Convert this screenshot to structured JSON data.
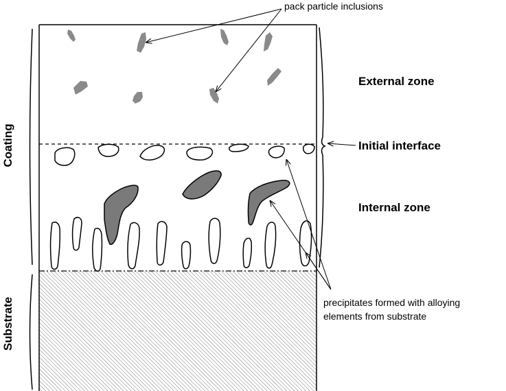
{
  "labels": {
    "pack_particle_inclusions": "pack particle inclusions",
    "external_zone": "External zone",
    "initial_interface": "Initial interface",
    "internal_zone": "Internal zone",
    "precipitates_line1": "precipitates formed with alloying",
    "precipitates_line2": "elements from substrate",
    "coating": "Coating",
    "substrate": "Substrate"
  },
  "colors": {
    "inclusion_fill": "#8a8a8a",
    "precipitate_fill": "#7a7a7a",
    "line": "#000000",
    "background": "#ffffff"
  }
}
